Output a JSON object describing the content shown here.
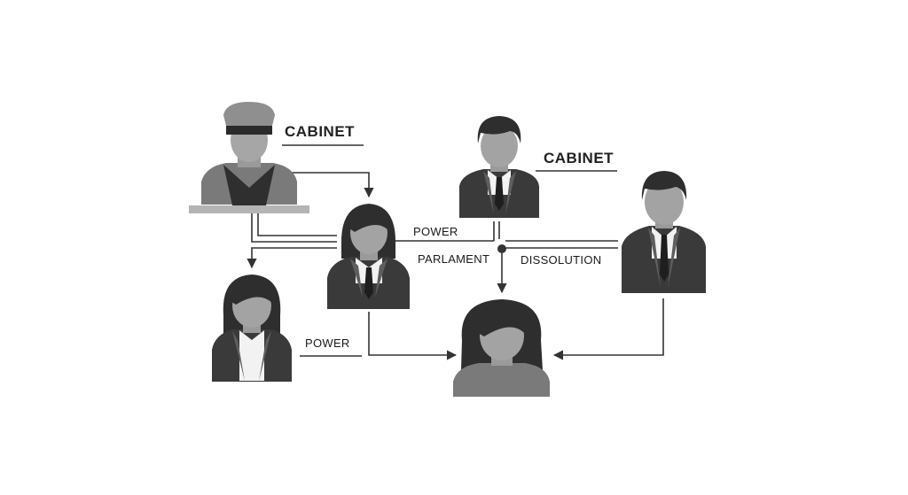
{
  "labels": {
    "cabinet_left": "CABINET",
    "cabinet_right": "CABINET",
    "power_top": "POWER",
    "parlament": "PARLAMENT",
    "dissolution": "DISSOLUTION",
    "power_bottom": "POWER"
  },
  "icons": [
    "officer-cap-person-icon",
    "woman-suit-person-icon",
    "man-suit-person-icon",
    "man-suit-person-icon",
    "woman-suit-person-icon",
    "woman-person-icon"
  ],
  "colors": {
    "skin": "#a3a3a3",
    "hair": "#2e2e2e",
    "suit": "#3a3a3a",
    "lapel": "#5c5c5c",
    "line": "#333333",
    "tie": "#1e1e1e"
  }
}
